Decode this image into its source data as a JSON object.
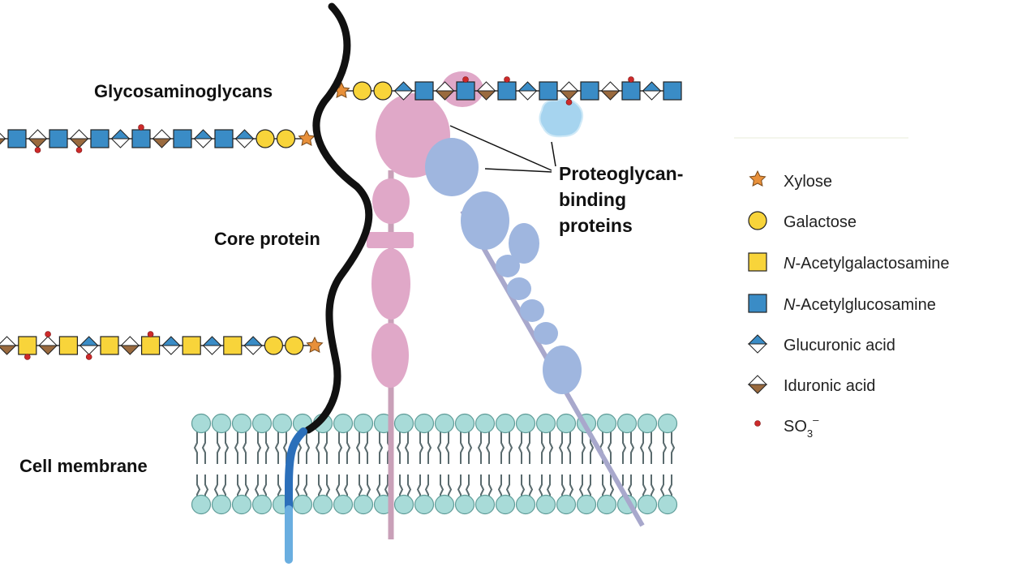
{
  "labels": {
    "glycosaminoglycans": "Glycosaminoglycans",
    "core_protein": "Core protein",
    "cell_membrane": "Cell membrane",
    "pbp_line1": "Proteoglycan-",
    "pbp_line2": "binding",
    "pbp_line3": "proteins"
  },
  "legend": {
    "xylose": "Xylose",
    "galactose": "Galactose",
    "galnac_prefix": "N",
    "galnac_rest": "-Acetylgalactosamine",
    "glcnac_prefix": "N",
    "glcnac_rest": "-Acetylglucosamine",
    "glucuronic": "Glucuronic acid",
    "iduronic": "Iduronic acid",
    "so3": "SO",
    "so3_sub": "3",
    "so3_sup": "–"
  },
  "colors": {
    "xylose": "#e8903a",
    "galactose": "#f8d43a",
    "galnac": "#f8d43a",
    "glcnac": "#3a8cc6",
    "glucuronic": "#3a8cc6",
    "iduronic": "#9a6a3e",
    "sulfate": "#cc2a2a",
    "core_protein": "#111111",
    "pink_protein": "#e0a8c8",
    "blue_protein": "#9fb6df",
    "light_blue": "#a6d4ef",
    "membrane_head": "#a8dbd8",
    "transmembrane": "#2b6fba"
  }
}
